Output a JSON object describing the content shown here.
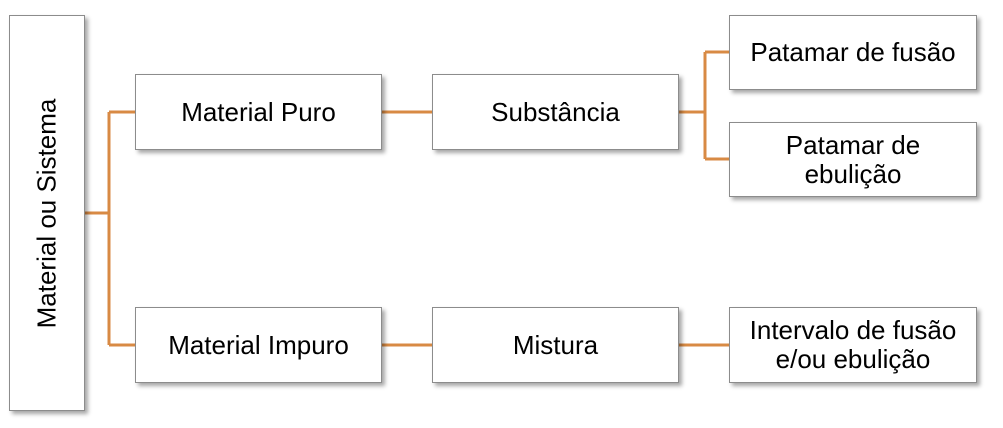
{
  "diagram": {
    "connector_color": "#D88A44",
    "box_border_color": "#8C8C8C",
    "root": {
      "label": "Material ou Sistema"
    },
    "nodes": {
      "material_puro": "Material Puro",
      "material_impuro": "Material Impuro",
      "substancia": "Substância",
      "mistura": "Mistura",
      "patamar_fusao": "Patamar de fusão",
      "patamar_ebulicao": "Patamar de\nebulição",
      "intervalo": "Intervalo de fusão\ne/ou ebulição"
    }
  }
}
